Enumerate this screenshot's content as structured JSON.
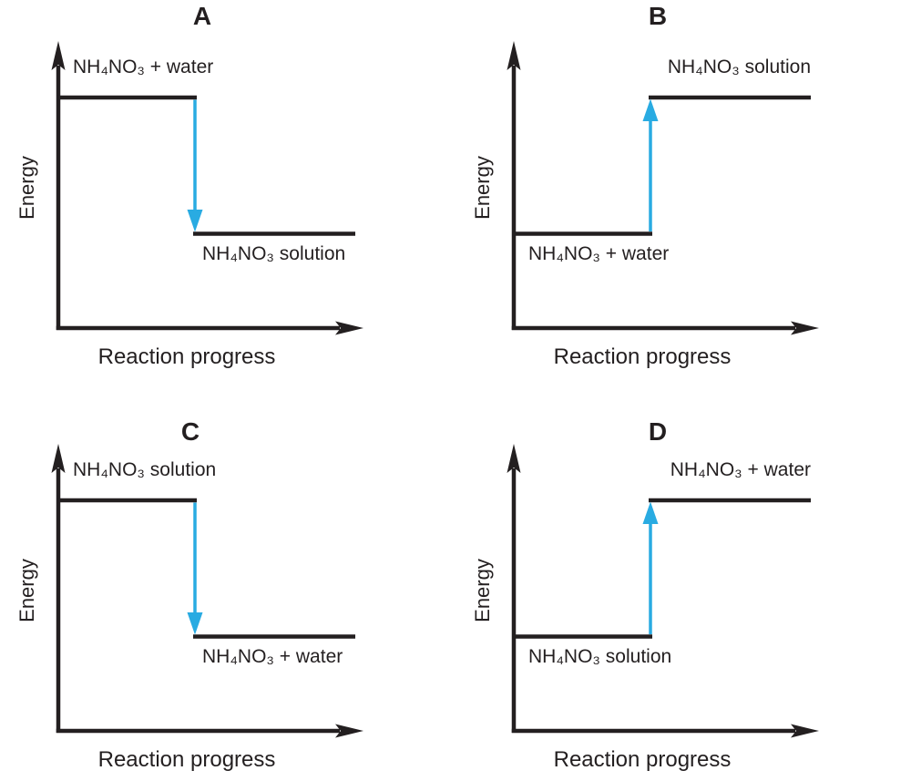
{
  "figure": {
    "background_color": "#ffffff",
    "line_color": "#231f20",
    "arrow_color": "#29abe2",
    "y_axis_label": "Energy",
    "x_axis_label": "Reaction progress"
  },
  "panels": [
    {
      "letter": "A",
      "upper_level_label": "NH₄NO₃ + water",
      "lower_level_label": "NH₄NO₃ solution",
      "arrow_direction": "down"
    },
    {
      "letter": "B",
      "upper_level_label": "NH₄NO₃ solution",
      "lower_level_label": "NH₄NO₃ + water",
      "arrow_direction": "up"
    },
    {
      "letter": "C",
      "upper_level_label": "NH₄NO₃ solution",
      "lower_level_label": "NH₄NO₃ + water",
      "arrow_direction": "down"
    },
    {
      "letter": "D",
      "upper_level_label": "NH₄NO₃ + water",
      "lower_level_label": "NH₄NO₃ solution",
      "arrow_direction": "up"
    }
  ]
}
